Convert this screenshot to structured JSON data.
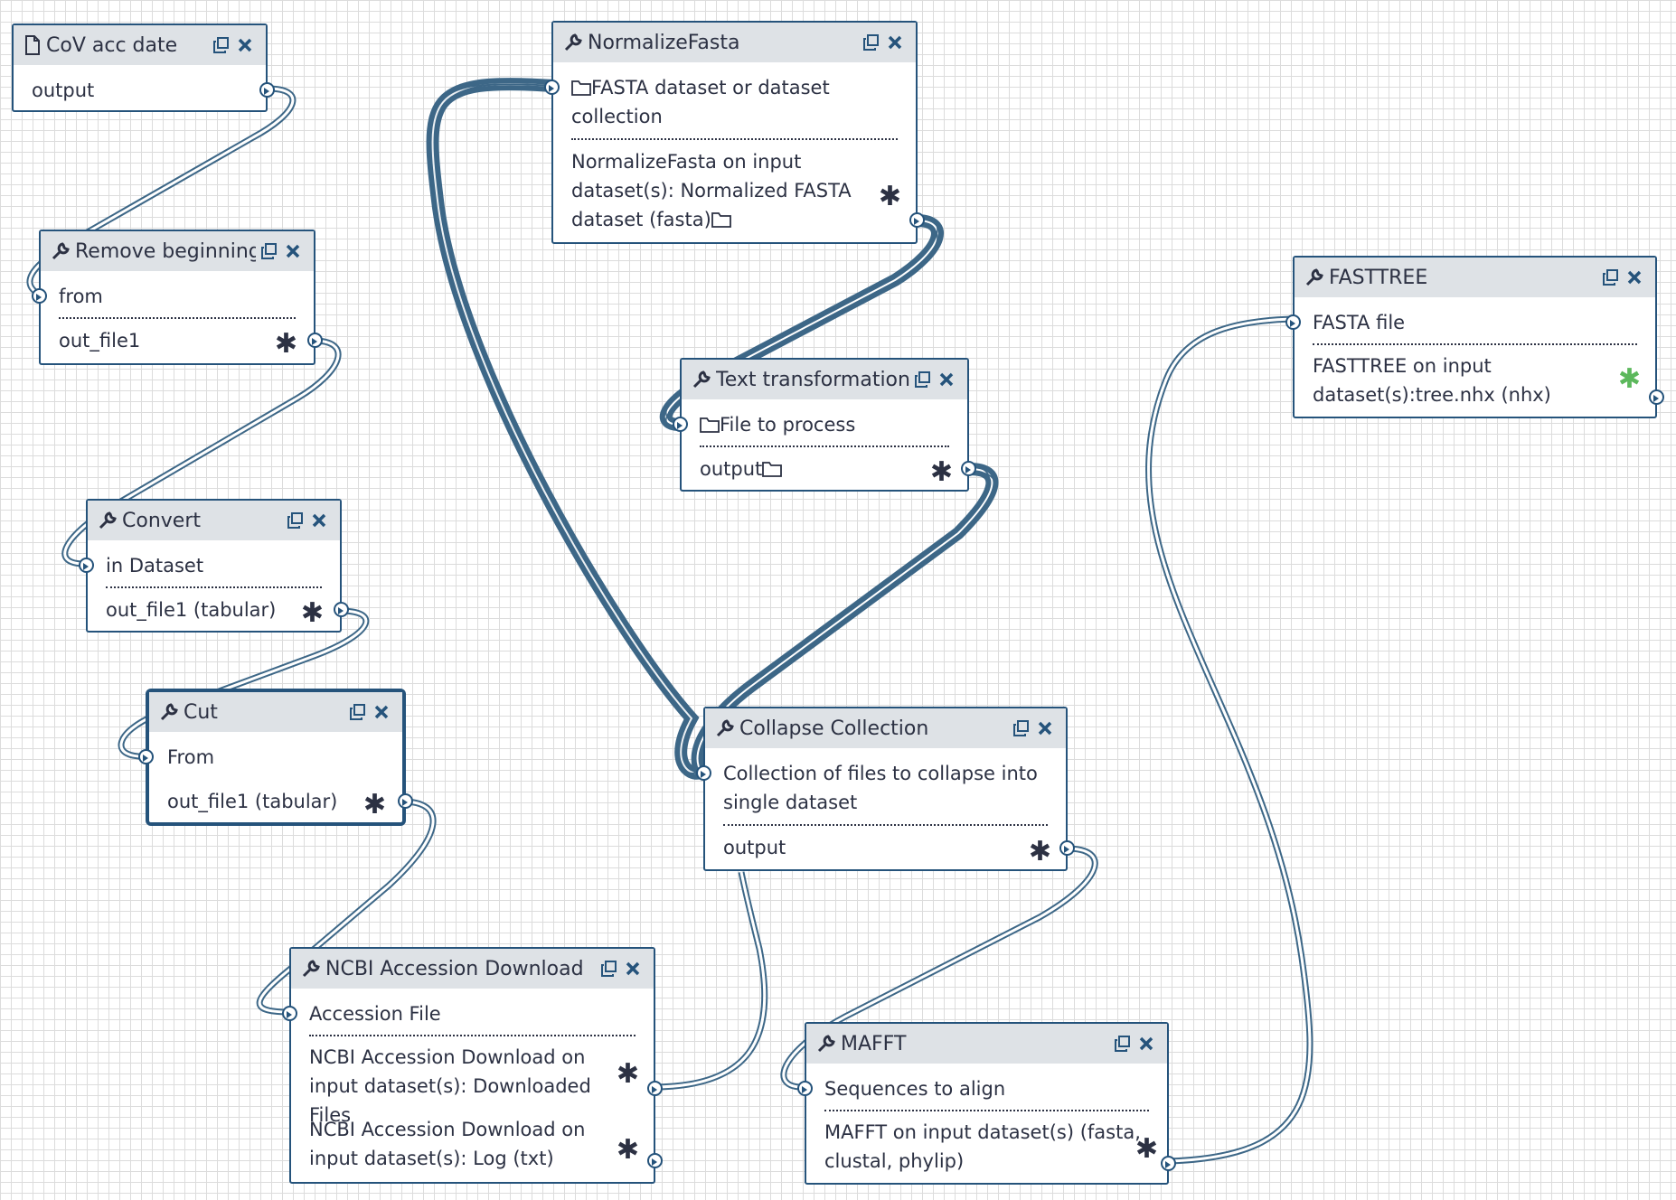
{
  "nodes": {
    "cov": {
      "title": "CoV acc date",
      "output": "output"
    },
    "remove": {
      "title": "Remove beginning",
      "input": "from",
      "output": "out_file1"
    },
    "convert": {
      "title": "Convert",
      "input": "in Dataset",
      "output": "out_file1 (tabular)"
    },
    "cut": {
      "title": "Cut",
      "input": "From",
      "output": "out_file1 (tabular)"
    },
    "ncbi": {
      "title": "NCBI Accession Download",
      "input": "Accession File",
      "output1_l1": "NCBI Accession Download on",
      "output1_l2": "input dataset(s): Downloaded Files",
      "output2_l1": "NCBI Accession Download on",
      "output2_l2": "input dataset(s): Log (txt)"
    },
    "normalize": {
      "title": "NormalizeFasta",
      "input_l1": "FASTA dataset or dataset",
      "input_l2": "collection",
      "output_l1": "NormalizeFasta on input",
      "output_l2": "dataset(s): Normalized FASTA",
      "output_l3": "dataset (fasta)"
    },
    "text": {
      "title": "Text transformation",
      "input": "File to process",
      "output": "output"
    },
    "collapse": {
      "title": "Collapse Collection",
      "input_l1": "Collection of files to collapse into",
      "input_l2": "single dataset",
      "output": "output"
    },
    "mafft": {
      "title": "MAFFT",
      "input": "Sequences to align",
      "output_l1": "MAFFT on input dataset(s) (fasta,",
      "output_l2": "clustal, phylip)"
    },
    "fasttree": {
      "title": "FASTTREE",
      "input": "FASTA file",
      "output_l1": "FASTTREE on input",
      "output_l2": "dataset(s):tree.nhx (nhx)"
    }
  },
  "colors": {
    "border": "#25537b",
    "header": "#dee2e6",
    "text": "#2c3143",
    "grid": "#dcdcdc",
    "wire": "#3d6787",
    "asterisk_green": "#5cb85c"
  },
  "icons": [
    "file-icon",
    "wrench-icon",
    "copy-icon",
    "close-icon",
    "folder-icon",
    "asterisk-icon",
    "terminal-icon"
  ]
}
